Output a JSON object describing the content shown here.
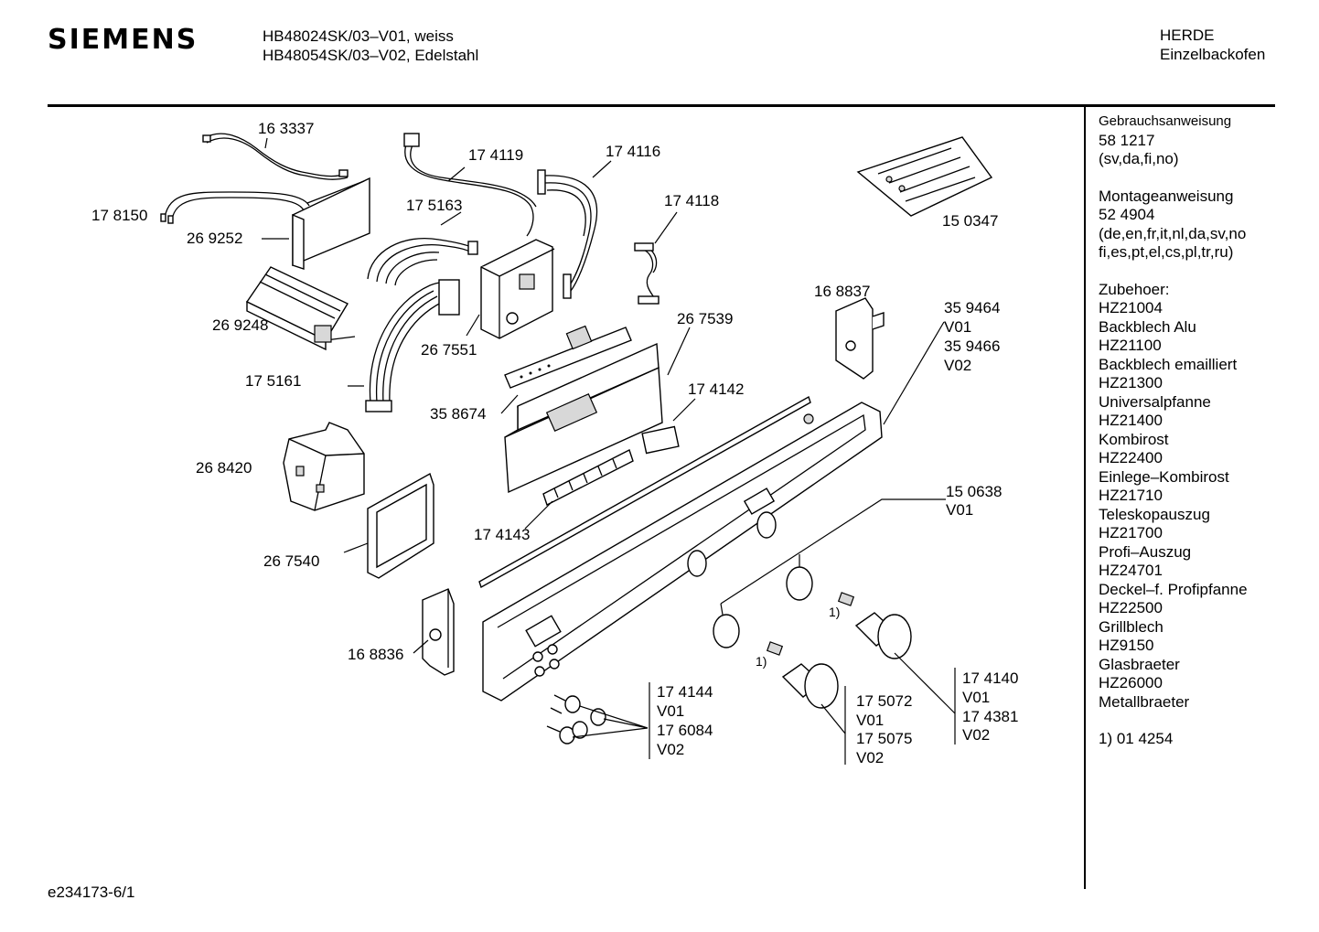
{
  "header": {
    "brand": "SIEMENS",
    "model_line_1": "HB48024SK/03–V01, weiss",
    "model_line_2": "HB48054SK/03–V02, Edelstahl",
    "category_line_1": "HERDE",
    "category_line_2": "Einzelbackofen"
  },
  "sidebar": {
    "manual_title": "Gebrauchsanweisung",
    "manual_number": "58 1217",
    "manual_languages": "(sv,da,fi,no)",
    "assembly_title": "Montageanweisung",
    "assembly_number": "52 4904",
    "assembly_languages_1": "(de,en,fr,it,nl,da,sv,no",
    "assembly_languages_2": "fi,es,pt,el,cs,pl,tr,ru)",
    "accessories_title": "Zubehoer:",
    "accessories": [
      {
        "code": "HZ21004",
        "name": "Backblech Alu"
      },
      {
        "code": "HZ21100",
        "name": "Backblech emailliert"
      },
      {
        "code": "HZ21300",
        "name": "Universalpfanne"
      },
      {
        "code": "HZ21400",
        "name": "Kombirost"
      },
      {
        "code": "HZ22400",
        "name": "Einlege–Kombirost"
      },
      {
        "code": "HZ21710",
        "name": "Teleskopauszug"
      },
      {
        "code": "HZ21700",
        "name": "Profi–Auszug"
      },
      {
        "code": "HZ24701",
        "name": "Deckel–f. Profipfanne"
      },
      {
        "code": "HZ22500",
        "name": "Grillblech"
      },
      {
        "code": "HZ9150",
        "name": "Glasbraeter"
      },
      {
        "code": "HZ26000",
        "name": "Metallbraeter"
      }
    ],
    "footnote": "1) 01 4254"
  },
  "footer": {
    "drawing_id": "e234173-6/1"
  },
  "parts": {
    "p163337": "16 3337",
    "p178150": "17 8150",
    "p269252": "26 9252",
    "p269248": "26 9248",
    "p175161": "17 5161",
    "p268420": "26 8420",
    "p267540": "26 7540",
    "p168836": "16 8836",
    "p174119": "17 4119",
    "p175163": "17 5163",
    "p174116": "17 4116",
    "p174118": "17 4118",
    "p267551": "26 7551",
    "p267539": "26 7539",
    "p358674": "35 8674",
    "p174142": "17 4142",
    "p174143": "17 4143",
    "p150347": "15 0347",
    "p168837": "16 8837",
    "p359464": "35 9464",
    "p359464_v": "V01",
    "p359466": "35 9466",
    "p359466_v": "V02",
    "p150638": "15 0638",
    "p150638_v": "V01",
    "p174144": "17 4144",
    "p174144_v": "V01",
    "p176084": "17 6084",
    "p176084_v": "V02",
    "p175072": "17 5072",
    "p175072_v": "V01",
    "p175075": "17 5075",
    "p175075_v": "V02",
    "p174140": "17 4140",
    "p174140_v": "V01",
    "p174381": "17 4381",
    "p174381_v": "V02",
    "note_a": "1)",
    "note_b": "1)"
  }
}
